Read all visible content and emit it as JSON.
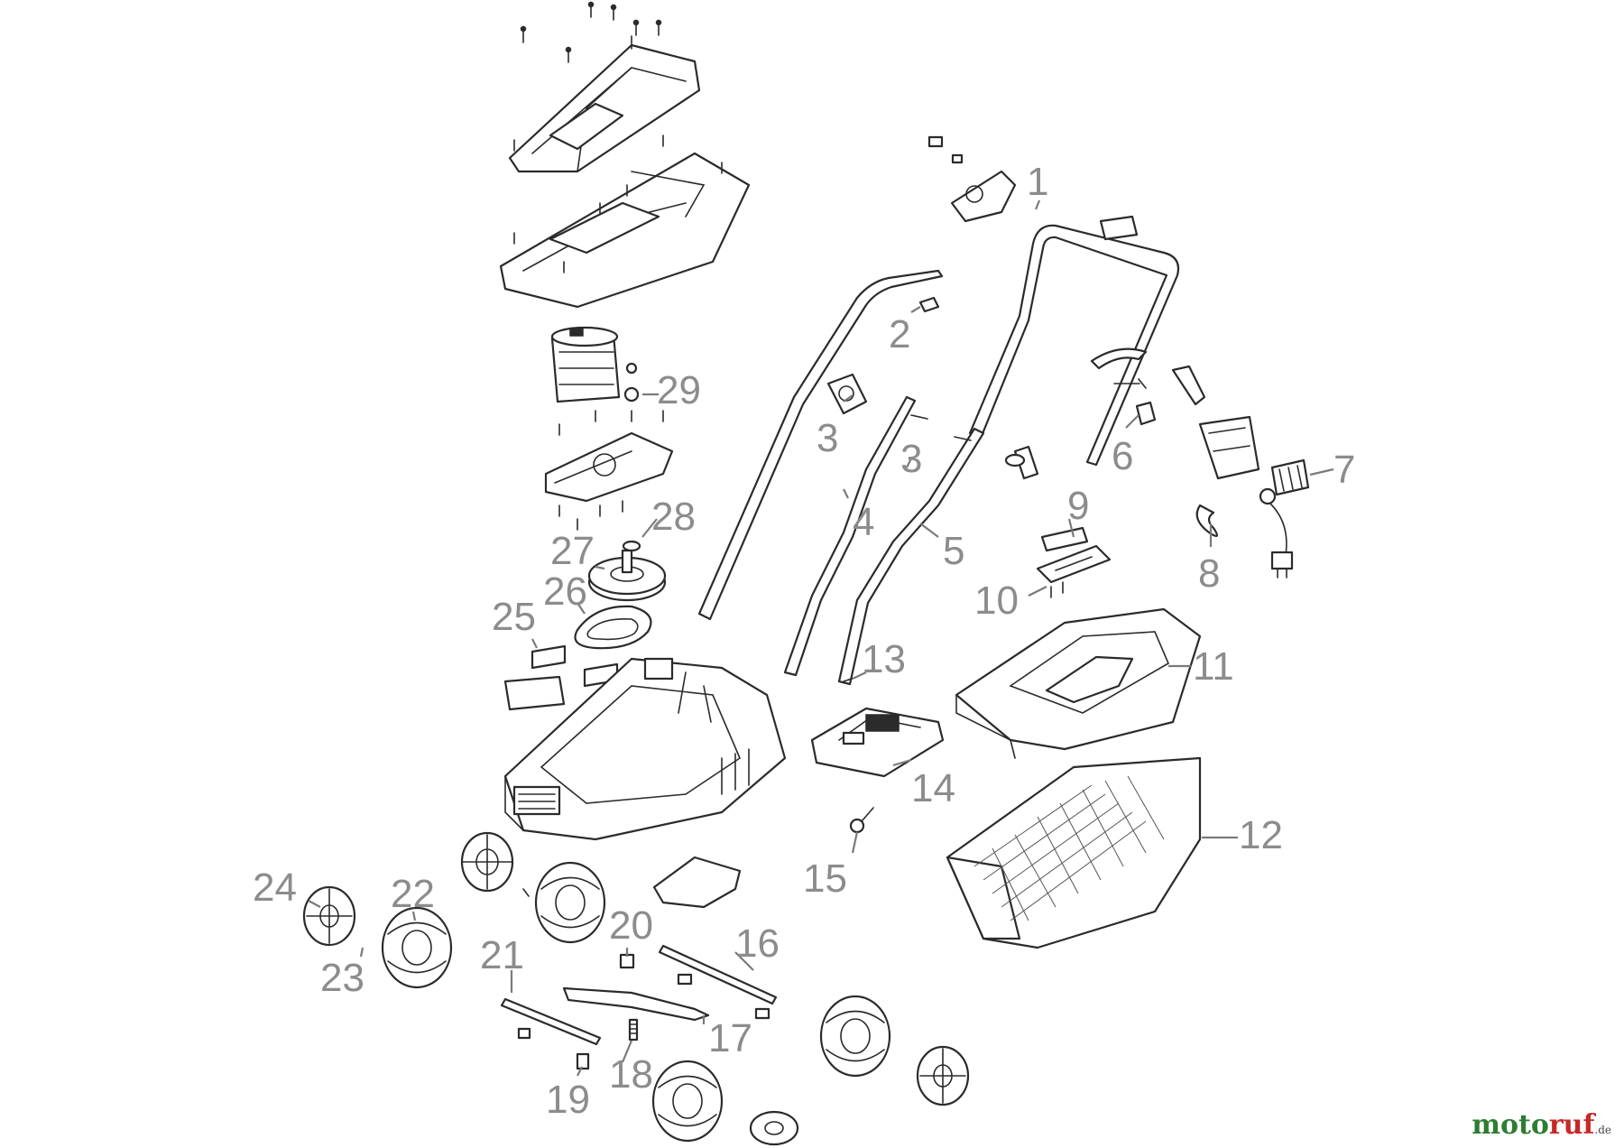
{
  "callouts": [
    {
      "id": "1",
      "text": "1"
    },
    {
      "id": "2",
      "text": "2"
    },
    {
      "id": "3a",
      "text": "3"
    },
    {
      "id": "3b",
      "text": "3"
    },
    {
      "id": "4",
      "text": "4"
    },
    {
      "id": "5",
      "text": "5"
    },
    {
      "id": "6",
      "text": "6"
    },
    {
      "id": "7",
      "text": "7"
    },
    {
      "id": "8",
      "text": "8"
    },
    {
      "id": "9",
      "text": "9"
    },
    {
      "id": "10",
      "text": "10"
    },
    {
      "id": "11",
      "text": "11"
    },
    {
      "id": "12",
      "text": "12"
    },
    {
      "id": "13",
      "text": "13"
    },
    {
      "id": "14",
      "text": "14"
    },
    {
      "id": "15",
      "text": "15"
    },
    {
      "id": "16",
      "text": "16"
    },
    {
      "id": "17",
      "text": "17"
    },
    {
      "id": "18",
      "text": "18"
    },
    {
      "id": "19",
      "text": "19"
    },
    {
      "id": "20",
      "text": "20"
    },
    {
      "id": "21",
      "text": "21"
    },
    {
      "id": "22",
      "text": "22"
    },
    {
      "id": "23",
      "text": "23"
    },
    {
      "id": "24",
      "text": "24"
    },
    {
      "id": "25",
      "text": "25"
    },
    {
      "id": "26",
      "text": "26"
    },
    {
      "id": "27",
      "text": "27"
    },
    {
      "id": "28",
      "text": "28"
    },
    {
      "id": "29",
      "text": "29"
    }
  ],
  "watermark": {
    "part1": "moto",
    "part2": "ruf",
    "part3": ".de"
  },
  "colors": {
    "line": "#2b2b2b",
    "callout": "#8c8c8c",
    "brand_green": "#2e7d32",
    "brand_red": "#c62828"
  }
}
